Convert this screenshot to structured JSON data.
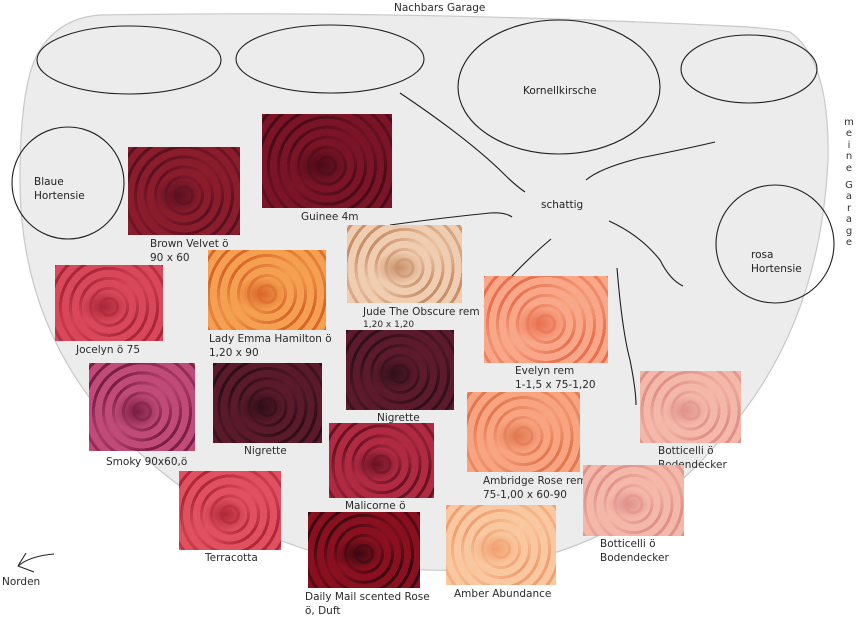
{
  "title": "Gartenplan Rosenbeet",
  "boundaries": {
    "top": "Nachbars Garage",
    "right": "meine Garage",
    "compass": "Norden"
  },
  "zones": {
    "shade_label": "schattig"
  },
  "trees_shrubs": [
    {
      "id": "oval-1",
      "label": ""
    },
    {
      "id": "oval-2",
      "label": ""
    },
    {
      "id": "kornellkirsche",
      "label": "Kornellkirsche"
    },
    {
      "id": "oval-4",
      "label": ""
    },
    {
      "id": "blaue-hortensie",
      "label_line1": "Blaue",
      "label_line2": "Hortensie"
    },
    {
      "id": "rosa-hortensie",
      "label_line1": "rosa",
      "label_line2": "Hortensie"
    }
  ],
  "roses": [
    {
      "name": "Guinee",
      "line1": "Guinee 4m",
      "line2": "",
      "color": "#7a1426",
      "color2": "#4a0b18"
    },
    {
      "name": "Brown Velvet",
      "line1": "Brown Velvet ö",
      "line2": "90 x 60",
      "color": "#8a1c2c",
      "color2": "#5a1020"
    },
    {
      "name": "Jude The Obscure",
      "line1": "Jude The Obscure rem",
      "line2": "1,20 x 1,20",
      "color": "#f0cdb0",
      "color2": "#c8906a"
    },
    {
      "name": "Jocelyn",
      "line1": "Jocelyn ö 75",
      "line2": "",
      "color": "#d8485a",
      "color2": "#a82638"
    },
    {
      "name": "Lady Emma Hamilton",
      "line1": "Lady Emma Hamilton ö",
      "line2": "1,20 x 90",
      "color": "#f5a050",
      "color2": "#d8662a"
    },
    {
      "name": "Evelyn",
      "line1": "Evelyn rem",
      "line2": "1-1,5 x 75-1,20",
      "color": "#f8a888",
      "color2": "#e87050"
    },
    {
      "name": "Nigrette (center)",
      "line1": "Nigrette",
      "line2": "",
      "color": "#5c1a2c",
      "color2": "#30101a"
    },
    {
      "name": "Smoky",
      "line1": "Smoky 90x60,ö",
      "line2": "",
      "color": "#c04a78",
      "color2": "#7a1e44"
    },
    {
      "name": "Nigrette (left)",
      "line1": "Nigrette",
      "line2": "",
      "color": "#5a1a2a",
      "color2": "#2e0e18"
    },
    {
      "name": "Ambridge Rose",
      "line1": "Ambridge Rose rem",
      "line2": "75-1,00 x 60-90",
      "color": "#f8a480",
      "color2": "#e07850"
    },
    {
      "name": "Botticelli (top)",
      "line1": "Botticelli ö",
      "line2": "Bodendecker",
      "color": "#f4b8a8",
      "color2": "#e0908a"
    },
    {
      "name": "Malicorne",
      "line1": "Malicorne ö",
      "line2": "",
      "color": "#b02a42",
      "color2": "#6a1224"
    },
    {
      "name": "Terracotta",
      "line1": "Terracotta",
      "line2": "",
      "color": "#e05060",
      "color2": "#b02838"
    },
    {
      "name": "Botticelli (bottom)",
      "line1": "Botticelli ö",
      "line2": "Bodendecker",
      "color": "#f4b8a8",
      "color2": "#e0908a"
    },
    {
      "name": "Daily Mail scented Rose",
      "line1": "Daily Mail scented Rose",
      "line2": "ö, Duft",
      "color": "#8a1020",
      "color2": "#3a0810"
    },
    {
      "name": "Amber Abundance",
      "line1": "Amber Abundance",
      "line2": "",
      "color": "#fac8a0",
      "color2": "#f0a070"
    }
  ],
  "colors": {
    "bed_fill": "#ececec",
    "bed_stroke": "#c8c8c8",
    "line": "#1e1e1e",
    "text": "#2a2a2a"
  }
}
